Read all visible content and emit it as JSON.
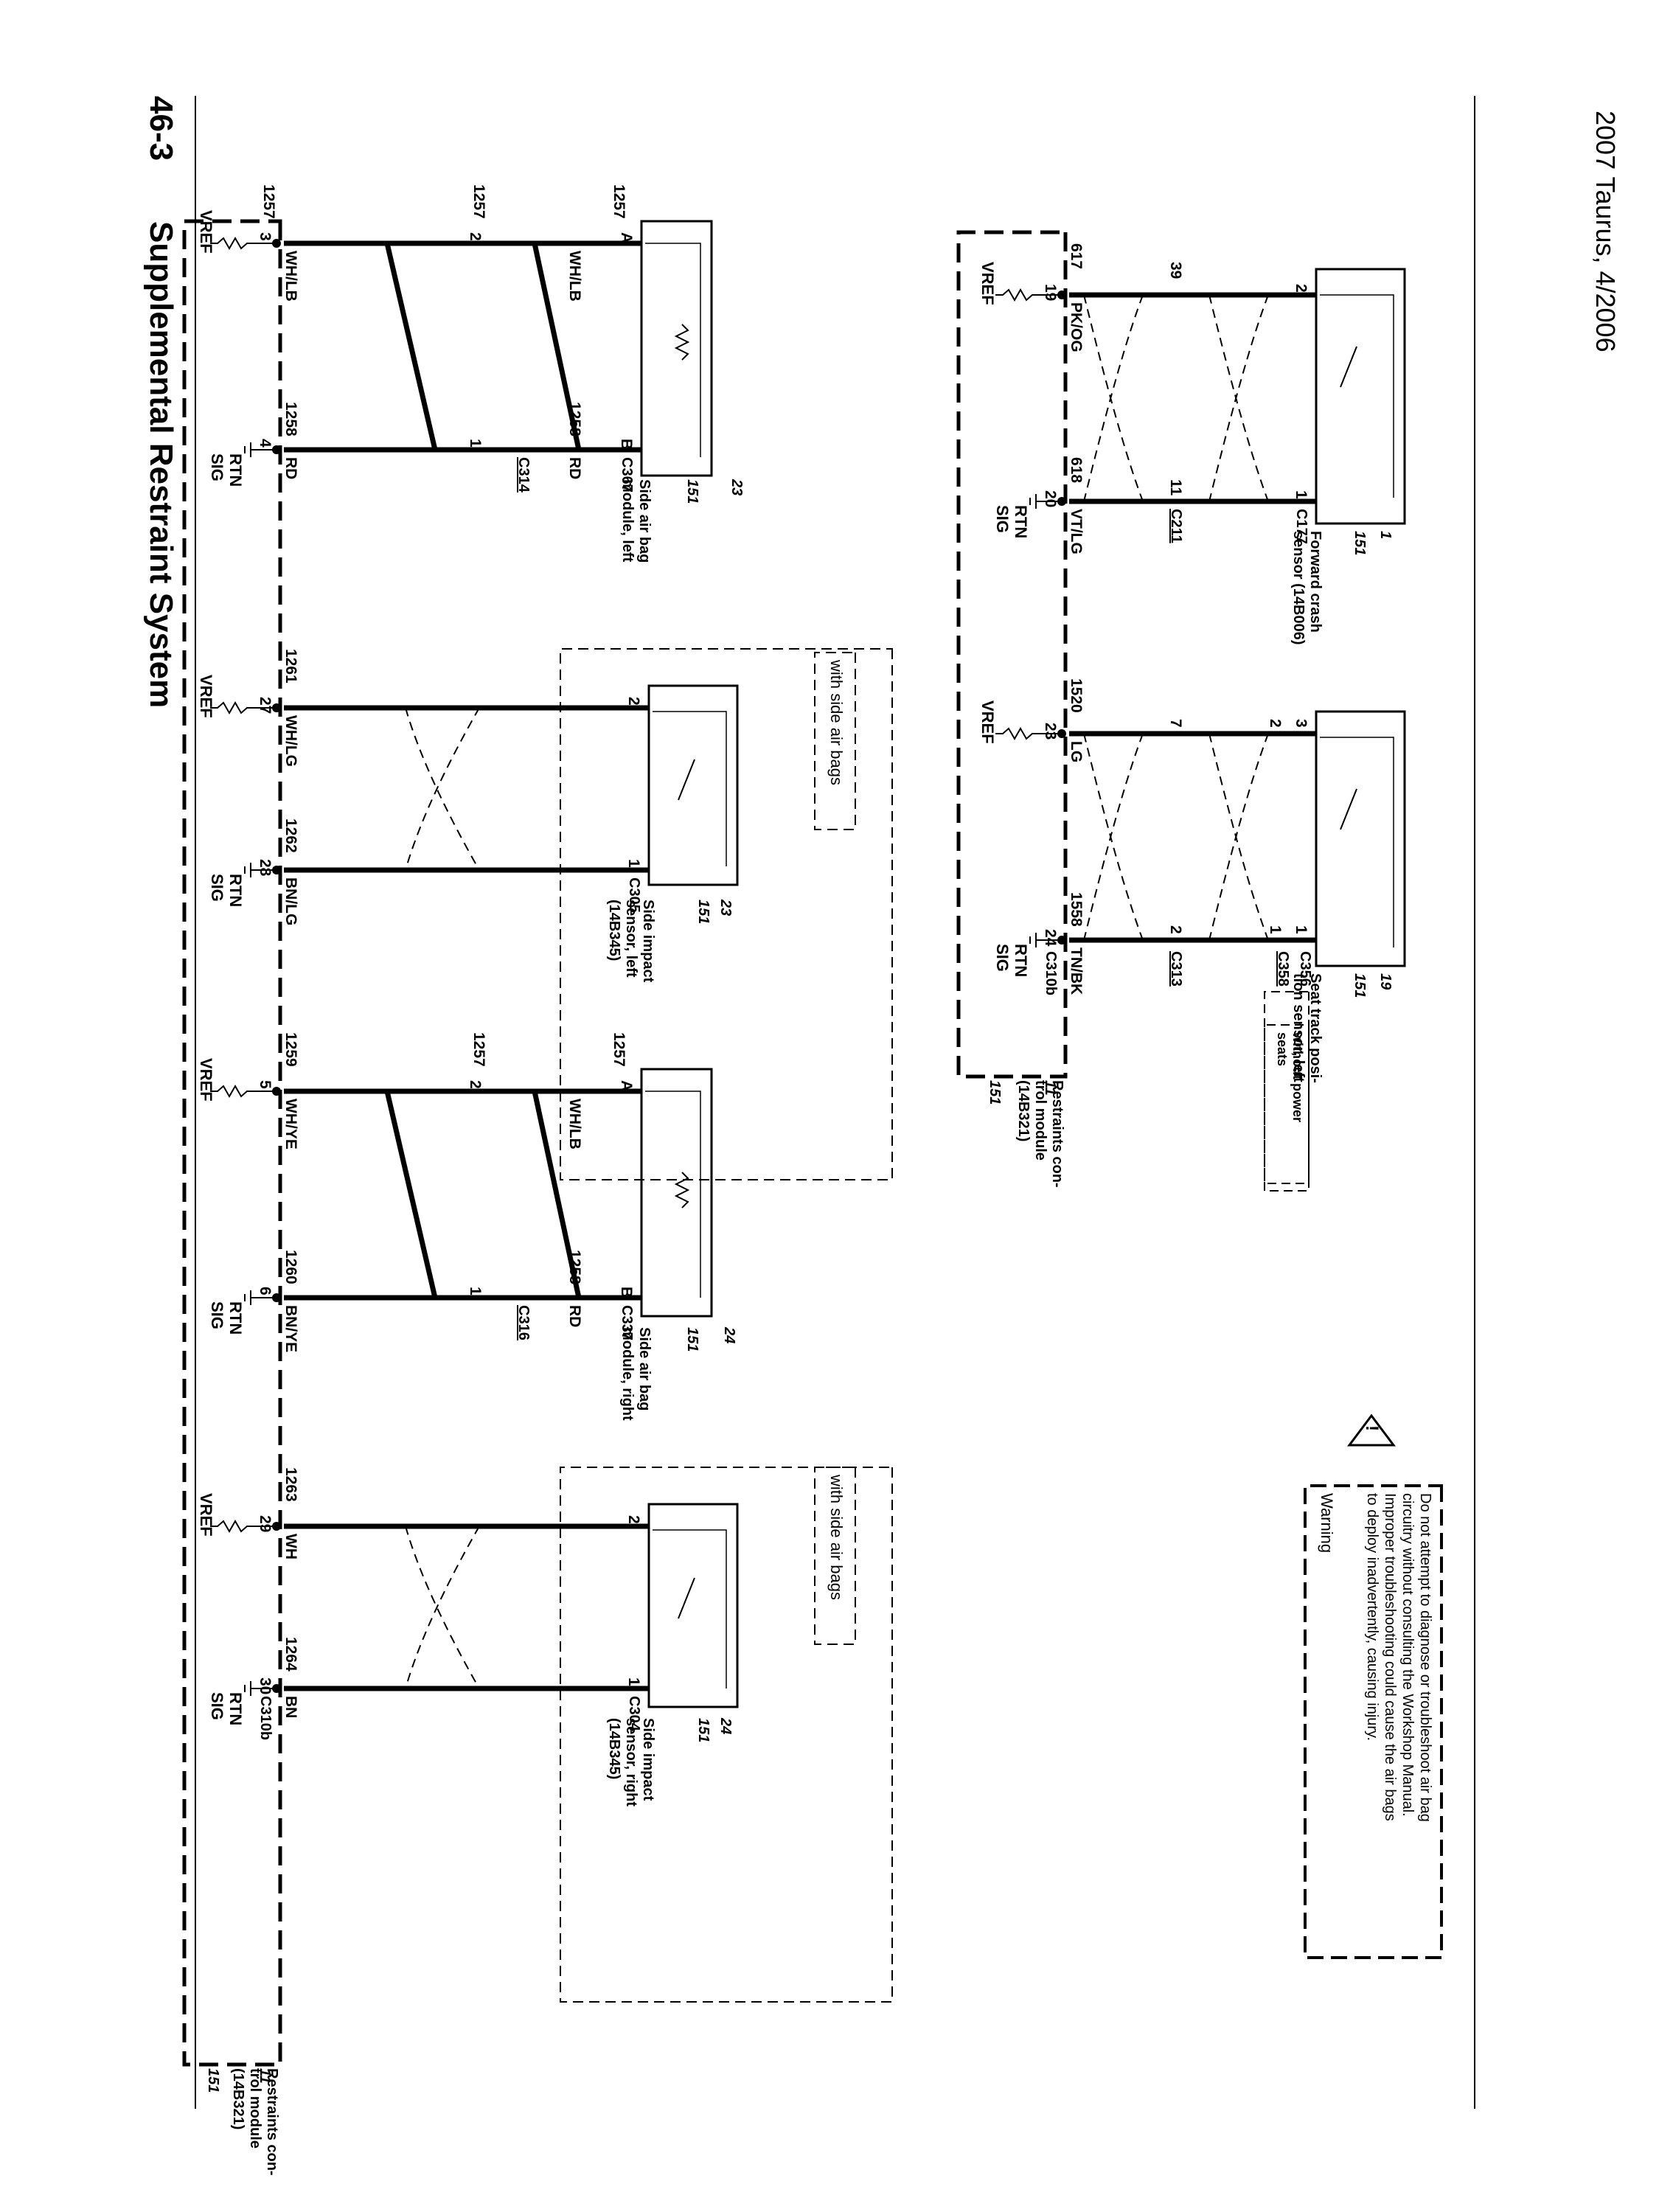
{
  "header": {
    "page_number": "46-3",
    "title": "Supplemental Restraint System"
  },
  "footer": {
    "text": "2007 Taurus, 4/2006"
  },
  "labels": {
    "vref": "VREF",
    "sig": "SIG",
    "rtn": "RTN",
    "with_side_air_bags": "with side air bags",
    "without_power_seats": "without power\nseats"
  },
  "modules": {
    "rcm": {
      "name": "Restraints con-\ntrol module\n(14B321)",
      "ref_a": "151",
      "ref_b": "11"
    },
    "sab_left": {
      "name": "Side air bag\nmodule, left",
      "ref_a": "151",
      "ref_b": "23"
    },
    "sis_left": {
      "name": "Side impact\nsensor, left\n(14B345)",
      "ref_a": "151",
      "ref_b": "23"
    },
    "sab_right": {
      "name": "Side air bag\nmodule, right",
      "ref_a": "151",
      "ref_b": "24"
    },
    "sis_right": {
      "name": "Side impact\nsensor, right\n(14B345)",
      "ref_a": "151",
      "ref_b": "24"
    },
    "fcs": {
      "name": "Forward crash\nsensor (14B006)",
      "ref_a": "151",
      "ref_b": "1"
    },
    "stps": {
      "name": "Seat track posi-\ntion sensor, left",
      "ref_a": "151",
      "ref_b": "19"
    }
  },
  "circuits": {
    "sab_left": {
      "pin_a": "3",
      "pin_b": "4",
      "pin_c": "2",
      "pin_d": "1",
      "pin_e": "A",
      "pin_f": "B",
      "circ_1": "1257",
      "circ_2": "1258",
      "circ_3": "1257",
      "circ_4": "1258",
      "circ_5": "1257",
      "color_1": "WH/LB",
      "color_2": "RD",
      "color_3": "WH/LB",
      "color_4": "RD",
      "conn_1": "C314",
      "conn_2": "C367"
    },
    "sis_left": {
      "pin_a": "27",
      "pin_b": "28",
      "pin_c": "2",
      "pin_d": "1",
      "circ_1": "1261",
      "circ_2": "1262",
      "color_1": "WH/LG",
      "color_2": "BN/LG",
      "conn_1": "C305"
    },
    "sab_right": {
      "pin_a": "5",
      "pin_b": "6",
      "pin_c": "2",
      "pin_d": "1",
      "pin_e": "A",
      "pin_f": "B",
      "circ_1": "1259",
      "circ_2": "1260",
      "circ_3": "1257",
      "circ_4": "1258",
      "circ_5": "1257",
      "color_1": "WH/YE",
      "color_2": "BN/YE",
      "color_3": "WH/LB",
      "color_4": "RD",
      "conn_1": "C316",
      "conn_2": "C337"
    },
    "sis_right": {
      "pin_a": "29",
      "pin_b": "30",
      "pin_c": "2",
      "pin_d": "1",
      "circ_1": "1263",
      "circ_2": "1264",
      "color_1": "WH",
      "color_2": "BN",
      "conn_1": "C310b",
      "conn_2": "C304"
    },
    "fcs": {
      "pin_a": "19",
      "pin_b": "20",
      "pin_c": "39",
      "pin_d": "11",
      "pin_e": "2",
      "pin_f": "1",
      "circ_1": "617",
      "circ_2": "618",
      "color_1": "PK/OG",
      "color_2": "VT/LG",
      "conn_1": "C211",
      "conn_2": "C177"
    },
    "stps": {
      "pin_a": "23",
      "pin_b": "24",
      "pin_c": "7",
      "pin_d": "2",
      "pin_e": "2",
      "pin_f": "1",
      "pin_g": "3",
      "pin_h": "1",
      "circ_1": "1520",
      "circ_2": "1558",
      "color_1": "LG",
      "color_2": "TN/BK",
      "conn_1": "C310b",
      "conn_2": "C313",
      "conn_3": "C358",
      "conn_4": "C356"
    }
  },
  "warning": {
    "title": "Warning",
    "text": "Do not attempt to diagnose or troubleshoot air bag\ncircuitry without consulting the Workshop Manual.\nImproper troubleshooting could cause the air bags\nto deploy inadvertently, causing injury."
  }
}
